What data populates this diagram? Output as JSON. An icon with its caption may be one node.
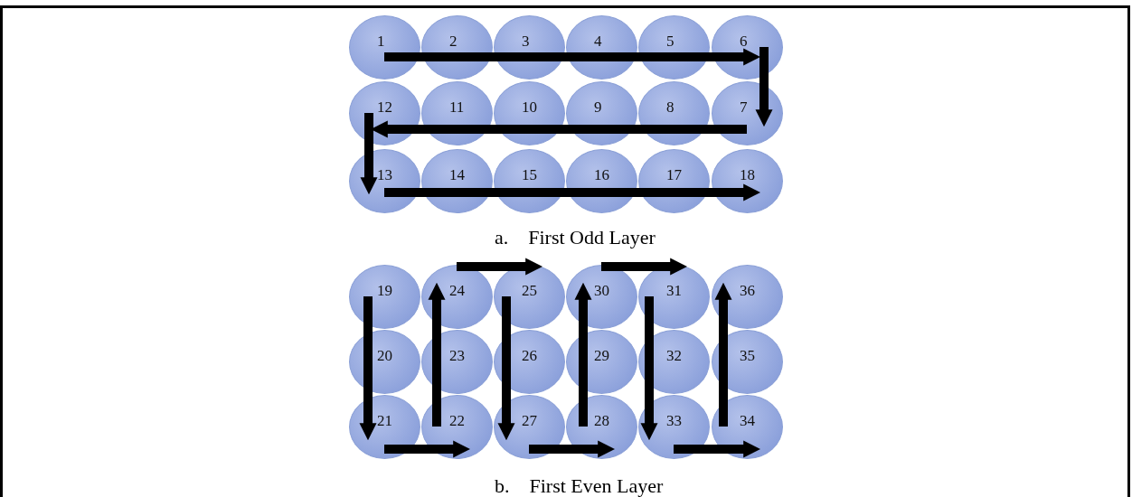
{
  "diagram": {
    "nodes": [
      {
        "text": [
          "1"
        ]
      },
      {
        "text": [
          "2"
        ]
      },
      {
        "text": [
          "3"
        ]
      },
      {
        "text": [
          "4"
        ]
      },
      {
        "text": [
          "5"
        ]
      },
      {
        "text": [
          "6"
        ]
      },
      {
        "text": [
          "12"
        ]
      },
      {
        "text": [
          "11"
        ]
      },
      {
        "text": [
          "10"
        ]
      },
      {
        "text": [
          "9"
        ]
      },
      {
        "text": [
          "8"
        ]
      },
      {
        "text": [
          "7"
        ]
      },
      {
        "text": [
          "13"
        ]
      },
      {
        "text": [
          "14"
        ]
      },
      {
        "text": [
          "15"
        ]
      },
      {
        "text": [
          "16"
        ]
      },
      {
        "text": [
          "17"
        ]
      },
      {
        "text": [
          "18"
        ]
      },
      {
        "text": [
          "19"
        ]
      },
      {
        "text": [
          "24"
        ]
      },
      {
        "text": [
          "25"
        ]
      },
      {
        "text": [
          "30"
        ]
      },
      {
        "text": [
          "31"
        ]
      },
      {
        "text": [
          "36"
        ]
      },
      {
        "text": [
          "20"
        ]
      },
      {
        "text": [
          "23"
        ]
      },
      {
        "text": [
          "26"
        ]
      },
      {
        "text": [
          "29"
        ]
      },
      {
        "text": [
          "32"
        ]
      },
      {
        "text": [
          "35"
        ]
      },
      {
        "text": [
          "21"
        ]
      },
      {
        "text": [
          "22"
        ]
      },
      {
        "text": [
          "27"
        ]
      },
      {
        "text": [
          "28"
        ]
      },
      {
        "text": [
          "33"
        ]
      },
      {
        "text": [
          "34"
        ]
      }
    ],
    "edges": [
      {
        "from": 0,
        "to": 1,
        "arrow": "none"
      },
      {
        "from": 1,
        "to": 2,
        "arrow": "none"
      },
      {
        "from": 2,
        "to": 3,
        "arrow": "none"
      },
      {
        "from": 3,
        "to": 4,
        "arrow": "none"
      },
      {
        "from": 4,
        "to": 5,
        "arrow": "to"
      },
      {
        "from": 5,
        "to": 11,
        "arrow": "to"
      },
      {
        "from": 11,
        "to": 10,
        "arrow": "none"
      },
      {
        "from": 10,
        "to": 9,
        "arrow": "none"
      },
      {
        "from": 9,
        "to": 8,
        "arrow": "none"
      },
      {
        "from": 8,
        "to": 7,
        "arrow": "none"
      },
      {
        "from": 7,
        "to": 6,
        "arrow": "to"
      },
      {
        "from": 6,
        "to": 12,
        "arrow": "to"
      },
      {
        "from": 12,
        "to": 13,
        "arrow": "none"
      },
      {
        "from": 13,
        "to": 14,
        "arrow": "none"
      },
      {
        "from": 14,
        "to": 15,
        "arrow": "none"
      },
      {
        "from": 15,
        "to": 16,
        "arrow": "none"
      },
      {
        "from": 16,
        "to": 17,
        "arrow": "to"
      },
      {
        "from": 18,
        "to": 24,
        "arrow": "none"
      },
      {
        "from": 24,
        "to": 30,
        "arrow": "to"
      },
      {
        "from": 30,
        "to": 31,
        "arrow": "to"
      },
      {
        "from": 31,
        "to": 25,
        "arrow": "none"
      },
      {
        "from": 25,
        "to": 19,
        "arrow": "to"
      },
      {
        "from": 19,
        "to": 20,
        "arrow": "to"
      },
      {
        "from": 20,
        "to": 26,
        "arrow": "none"
      },
      {
        "from": 26,
        "to": 32,
        "arrow": "to"
      },
      {
        "from": 32,
        "to": 33,
        "arrow": "to"
      },
      {
        "from": 33,
        "to": 27,
        "arrow": "none"
      },
      {
        "from": 27,
        "to": 21,
        "arrow": "to"
      },
      {
        "from": 21,
        "to": 22,
        "arrow": "to"
      },
      {
        "from": 22,
        "to": 28,
        "arrow": "none"
      },
      {
        "from": 28,
        "to": 34,
        "arrow": "to"
      },
      {
        "from": 34,
        "to": 35,
        "arrow": "to"
      },
      {
        "from": 35,
        "to": 29,
        "arrow": "none"
      },
      {
        "from": 29,
        "to": 23,
        "arrow": "to"
      }
    ],
    "labels": [
      "a.    First Odd Layer",
      "b.    First Even Layer"
    ]
  }
}
